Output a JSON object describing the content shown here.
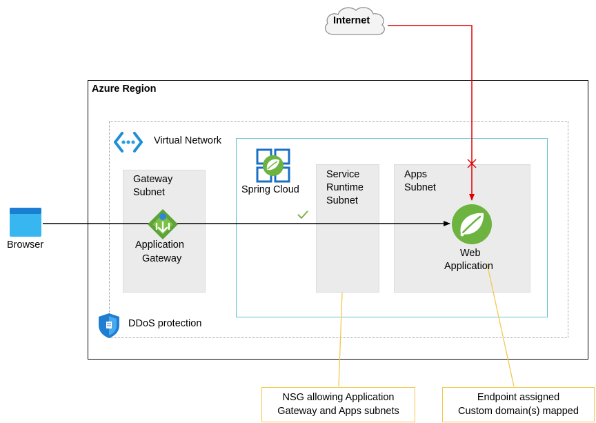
{
  "internet": {
    "label": "Internet"
  },
  "region": {
    "label": "Azure Region"
  },
  "vnet": {
    "label": "Virtual Network"
  },
  "browser": {
    "label": "Browser"
  },
  "gateway_subnet": {
    "line1": "Gateway",
    "line2": "Subnet"
  },
  "app_gateway": {
    "line1": "Application",
    "line2": "Gateway"
  },
  "spring_cloud": {
    "label": "Spring Cloud"
  },
  "service_runtime_subnet": {
    "line1": "Service",
    "line2": "Runtime",
    "line3": "Subnet"
  },
  "apps_subnet": {
    "line1": "Apps",
    "line2": "Subnet"
  },
  "web_app": {
    "line1": "Web",
    "line2": "Application"
  },
  "ddos": {
    "label": "DDoS protection"
  },
  "nsg_callout": {
    "line1": "NSG allowing Application",
    "line2": "Gateway and Apps subnets"
  },
  "endpoint_callout": {
    "line1": "Endpoint assigned",
    "line2": "Custom domain(s) mapped"
  },
  "colors": {
    "internet_path": "#e00000",
    "callout_border": "#f2c94c",
    "spring_border": "#5ec3cf",
    "subnet_fill": "#ebebeb"
  },
  "icons": [
    "cloud-icon",
    "browser-icon",
    "virtual-network-icon",
    "application-gateway-icon",
    "spring-cloud-icon",
    "spring-leaf-icon",
    "ddos-shield-icon",
    "checkmark-icon"
  ]
}
